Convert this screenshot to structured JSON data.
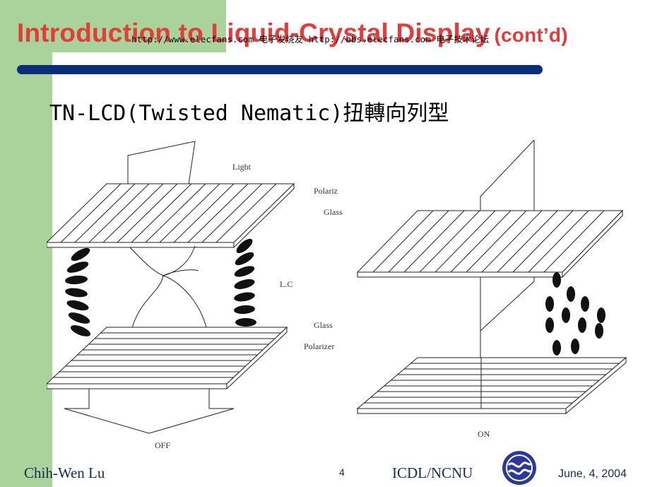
{
  "slide": {
    "title": "Introduction to Liquid-Crystal Display",
    "title_suffix": "(cont’d)",
    "watermark": "http://www.elecfans.com 电子发烧友 http://bbs.elecfans.com 电子技术论坛",
    "subtitle": "TN-LCD(Twisted Nematic)扭轉向列型"
  },
  "figure": {
    "labels": {
      "light": "Light",
      "polarizer_top": "Polariz",
      "glass_top": "Glass",
      "lc": "L.C",
      "glass_bottom": "Glass",
      "polarizer_bottom": "Polarizer",
      "off": "OFF",
      "on": "ON"
    }
  },
  "footer": {
    "author": "Chih-Wen Lu",
    "page_number": "4",
    "organization": "ICDL/NCNU",
    "date": "June, 4, 2004",
    "logo_icon": "ncnu-logo-icon"
  },
  "colors": {
    "title": "#e23c3c",
    "accent_band": "#a9d39a",
    "rule": "#0a2d7a",
    "footer_text": "#1a2a55"
  }
}
